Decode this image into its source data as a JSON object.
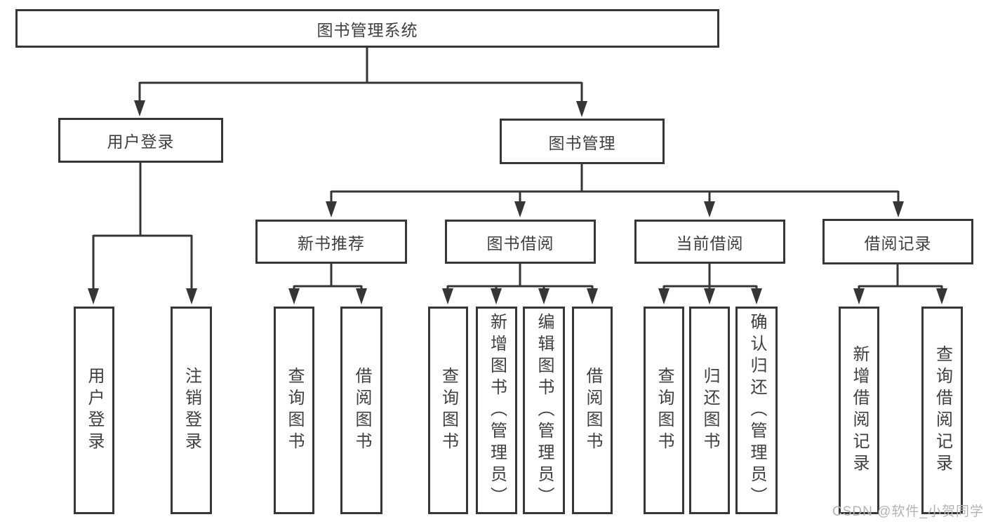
{
  "colors": {
    "background": "#ffffff",
    "line": "#363636",
    "box_border": "#363636",
    "box_fill": "#ffffff",
    "text": "#3f3f3f",
    "watermark": "#b3b3b3"
  },
  "watermark": {
    "text": "CSDN @软件_小贺同学"
  },
  "tree": {
    "root": {
      "label": "图书管理系统",
      "children": [
        {
          "label": "用户登录",
          "children": [
            {
              "label": "用户登录"
            },
            {
              "label": "注销登录"
            }
          ]
        },
        {
          "label": "图书管理",
          "children": [
            {
              "label": "新书推荐",
              "children": [
                {
                  "label": "查询图书"
                },
                {
                  "label": "借阅图书"
                }
              ]
            },
            {
              "label": "图书借阅",
              "children": [
                {
                  "label": "查询图书"
                },
                {
                  "label": "新增图书（管理员）"
                },
                {
                  "label": "编辑图书（管理员）"
                },
                {
                  "label": "借阅图书"
                }
              ]
            },
            {
              "label": "当前借阅",
              "children": [
                {
                  "label": "查询图书"
                },
                {
                  "label": "归还图书"
                },
                {
                  "label": "确认归还（管理员）"
                }
              ]
            },
            {
              "label": "借阅记录",
              "children": [
                {
                  "label": "新增借阅记录"
                },
                {
                  "label": "查询借阅记录"
                }
              ]
            }
          ]
        }
      ]
    }
  }
}
